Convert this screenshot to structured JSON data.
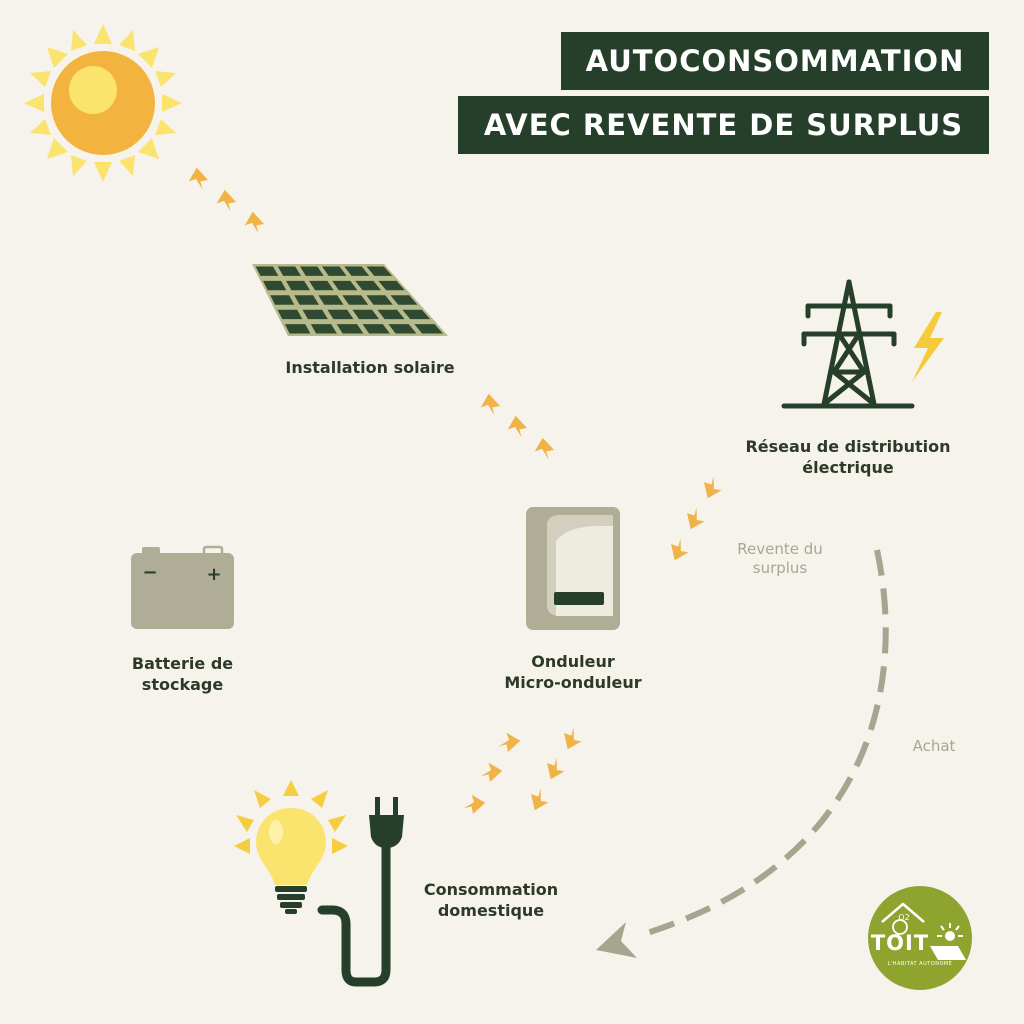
{
  "title": {
    "line1": "AUTOCONSOMMATION",
    "line2": "AVEC REVENTE DE SURPLUS"
  },
  "nodes": {
    "solar_installation": "Installation solaire",
    "grid": [
      "Réseau de distribution",
      "électrique"
    ],
    "battery": [
      "Batterie de",
      "stockage"
    ],
    "inverter": [
      "Onduleur",
      "Micro-onduleur"
    ],
    "consumption": [
      "Consommation",
      "domestique"
    ]
  },
  "flows": {
    "resale": [
      "Revente du",
      "surplus"
    ],
    "purchase": "Achat"
  },
  "battery_terminals": {
    "negative": "−",
    "positive": "+"
  },
  "logo": {
    "brand": "TOIT",
    "superscript": "O2",
    "tagline": "L'HABITAT AUTONOME"
  },
  "colors": {
    "background": "#f6f3ec",
    "dark_green": "#263f2b",
    "arrow_orange": "#f0b347",
    "sun_orange": "#f3b43f",
    "sun_yellow": "#fbe46d",
    "dashed_gray": "#a7a48f",
    "device_gray": "#b0ad97",
    "logo_green": "#8fa42f"
  },
  "icons": [
    "sun-icon",
    "solar-panel-icon",
    "pylon-icon",
    "lightning-icon",
    "battery-icon",
    "inverter-icon",
    "light-bulb-icon",
    "plug-icon"
  ]
}
